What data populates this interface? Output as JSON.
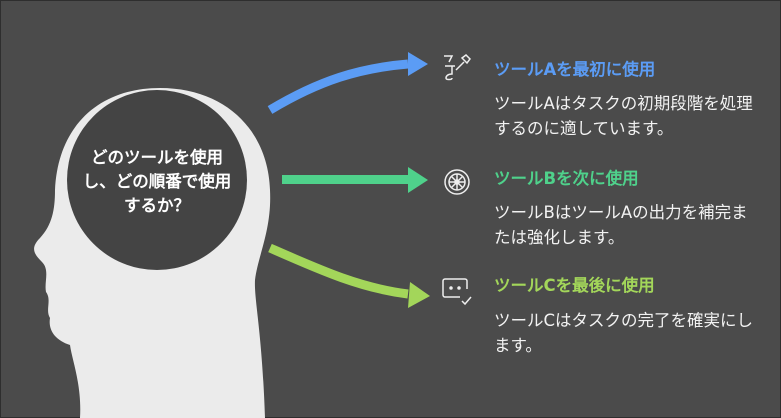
{
  "center": {
    "question": "どのツールを使用し、どの順番で使用するか？"
  },
  "items": [
    {
      "title": "ツールAを最初に使用",
      "description": "ツールAはタスクの初期段階を処理するのに適しています。",
      "color": "#5b9cf5",
      "icon": "tool-icon"
    },
    {
      "title": "ツールBを次に使用",
      "description": "ツールBはツールAの出力を補完または強化します。",
      "color": "#4fd18b",
      "icon": "gear-icon"
    },
    {
      "title": "ツールCを最後に使用",
      "description": "ツールCはタスクの完了を確実にします。",
      "color": "#a3d65a",
      "icon": "message-check-icon"
    }
  ]
}
